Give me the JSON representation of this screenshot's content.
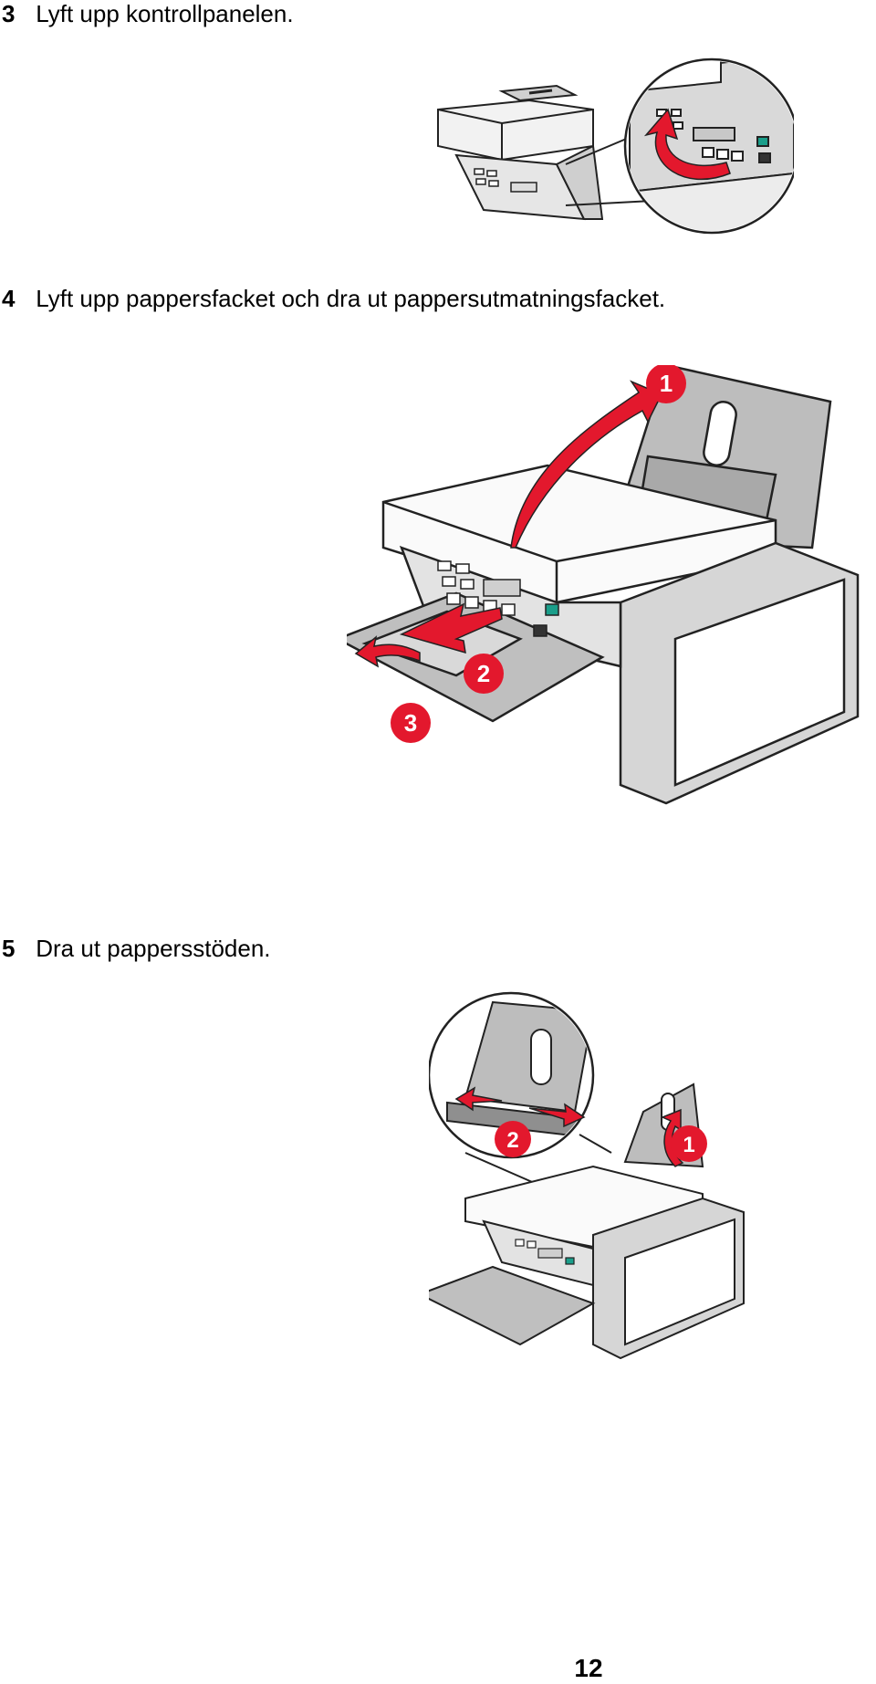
{
  "colors": {
    "accent_red": "#e3182d",
    "panel_teal": "#1a9e8a",
    "ink": "#222222"
  },
  "steps": [
    {
      "number": "3",
      "text": "Lyft upp kontrollpanelen.",
      "illustration": "printer-lift-control-panel"
    },
    {
      "number": "4",
      "text": "Lyft upp pappersfacket och dra ut pappersutmatningsfacket.",
      "illustration": "printer-paper-tray",
      "callouts": [
        "1",
        "2",
        "3"
      ]
    },
    {
      "number": "5",
      "text": "Dra ut pappersstöden.",
      "illustration": "printer-paper-guides",
      "callouts": [
        "1",
        "2"
      ]
    }
  ],
  "page_number": "12"
}
